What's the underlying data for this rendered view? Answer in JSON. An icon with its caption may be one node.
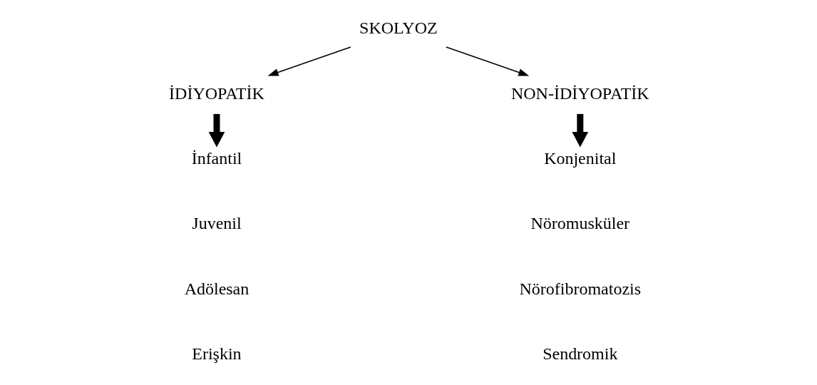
{
  "diagram": {
    "nodes": [
      {
        "text": [
          "SKOLYOZ"
        ]
      },
      {
        "text": [
          "İDİYOPATİK"
        ]
      },
      {
        "text": [
          "NON-İDİYOPATİK"
        ]
      },
      {
        "text": [
          "İnfantil"
        ]
      },
      {
        "text": [
          "Juvenil"
        ]
      },
      {
        "text": [
          "Adölesan"
        ]
      },
      {
        "text": [
          "Erişkin"
        ]
      },
      {
        "text": [
          "Konjenital"
        ]
      },
      {
        "text": [
          "Nöromusküler"
        ]
      },
      {
        "text": [
          "Nörofibromatozis"
        ]
      },
      {
        "text": [
          "Sendromik"
        ]
      }
    ],
    "edges": [
      {
        "from": 0,
        "to": 1,
        "arrow": "to"
      },
      {
        "from": 0,
        "to": 2,
        "arrow": "to"
      },
      {
        "from": 1,
        "to": 3,
        "arrow": "to",
        "style": "thick"
      },
      {
        "from": 2,
        "to": 7,
        "arrow": "to",
        "style": "thick"
      }
    ]
  }
}
